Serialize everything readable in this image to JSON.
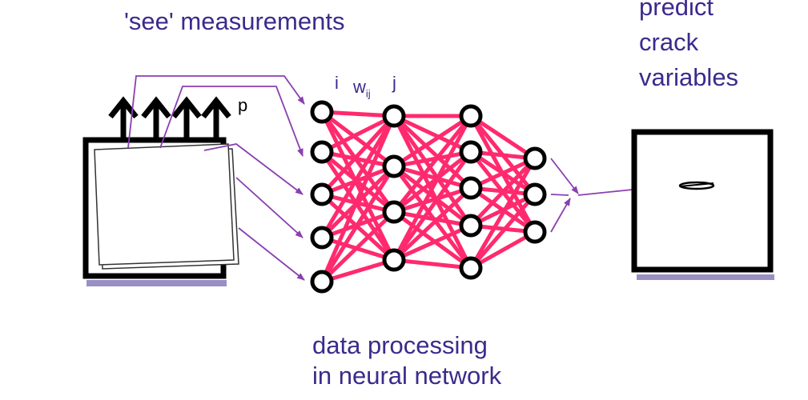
{
  "labels": {
    "see": "'see' measurements",
    "predict_line1": "predict",
    "predict_line2": "crack",
    "predict_line3": "variables",
    "processing_line1": "data processing",
    "processing_line2": "in neural network",
    "node_i": "i",
    "weight": "w",
    "weight_sub": "ij",
    "node_j": "j",
    "p_mark": "p"
  },
  "network": {
    "layers": [
      5,
      4,
      5,
      3
    ],
    "connection": "fully-connected"
  },
  "colors": {
    "text": "#3c2a8c",
    "weights": "#ff2a6e",
    "nodes": "#000000",
    "arrows": "#8a3fb0",
    "box_shadow": "#9a8fc4"
  }
}
